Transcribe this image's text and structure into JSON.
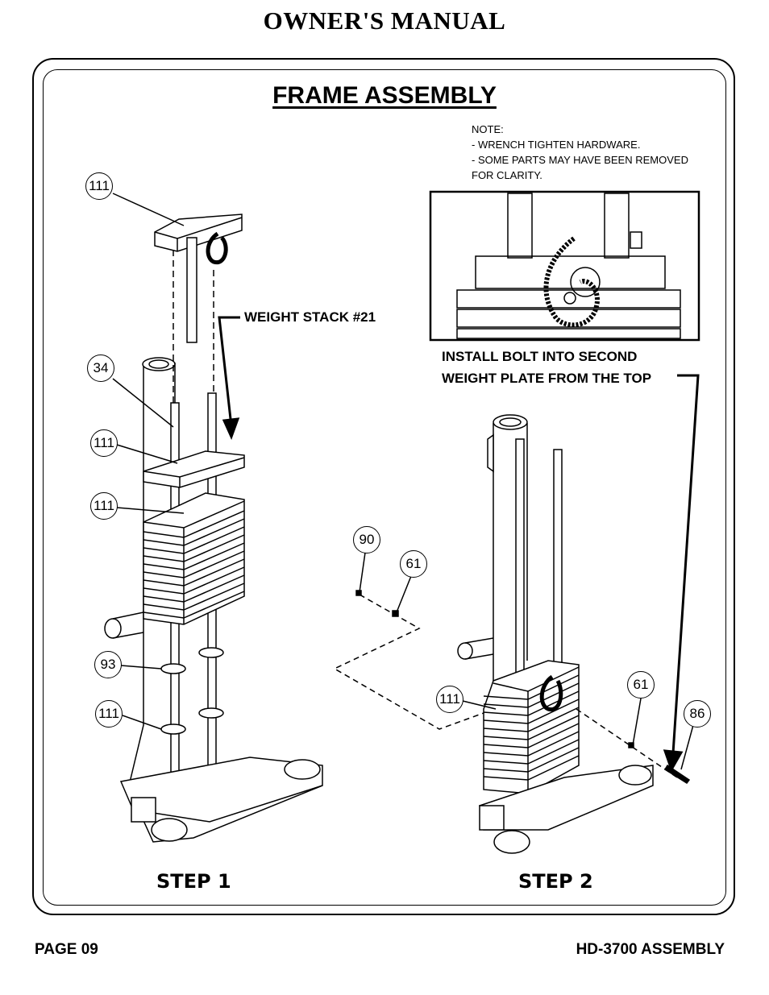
{
  "header": {
    "title": "OWNER'S MANUAL"
  },
  "section": {
    "title": "FRAME ASSEMBLY"
  },
  "note": {
    "lines": [
      "NOTE:",
      "- WRENCH TIGHTEN HARDWARE.",
      "- SOME PARTS MAY HAVE BEEN REMOVED",
      "FOR CLARITY."
    ]
  },
  "callout": {
    "line1": "INSTALL BOLT INTO SECOND",
    "line2": "WEIGHT PLATE FROM THE TOP"
  },
  "weight_stack_label": "WEIGHT STACK #21",
  "parts": {
    "p111a": "111",
    "p34": "34",
    "p111b": "111",
    "p111c": "111",
    "p93": "93",
    "p111d": "111",
    "p90": "90",
    "p61a": "61",
    "p111e": "111",
    "p61b": "61",
    "p86": "86"
  },
  "steps": {
    "step1": "STEP 1",
    "step2": "STEP 2"
  },
  "footer": {
    "page": "PAGE 09",
    "model": "HD-3700 ASSEMBLY"
  }
}
